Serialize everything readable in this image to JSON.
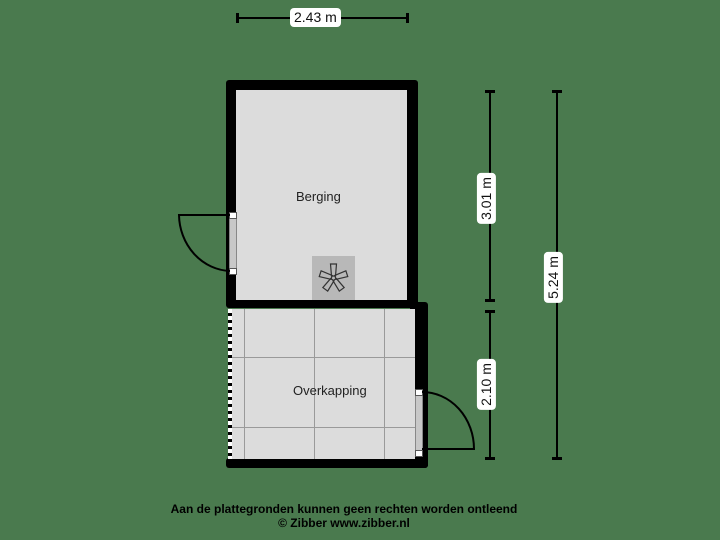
{
  "dimensions": {
    "width_top": "2.43 m",
    "height_berging": "3.01 m",
    "height_overkapping": "2.10 m",
    "height_total": "5.24 m"
  },
  "rooms": [
    {
      "name": "Berging"
    },
    {
      "name": "Overkapping"
    }
  ],
  "fixtures": {
    "fan_icon": "ventilation-fan-icon"
  },
  "footer": {
    "disclaimer": "Aan de plattegronden kunnen geen rechten worden ontleend",
    "copyright": "© Zibber www.zibber.nl"
  },
  "colors": {
    "background": "#4a7a4e",
    "floor": "#dcdcdc",
    "wall": "#000000",
    "fixture": "#b8b8b8"
  }
}
